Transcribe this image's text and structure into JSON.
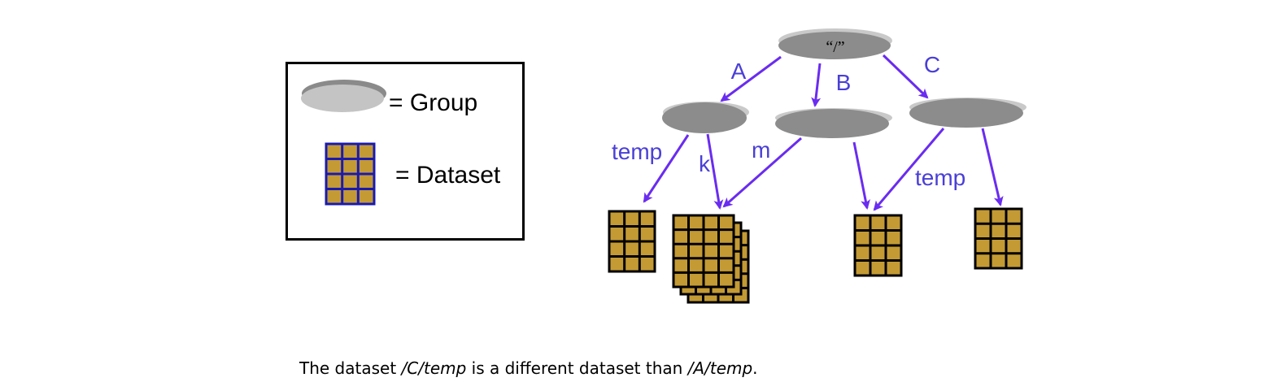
{
  "legend": {
    "group_label": "= Group",
    "dataset_label": "= Dataset"
  },
  "nodes": {
    "root": {
      "label": "“/”"
    }
  },
  "edges": {
    "a": "A",
    "b": "B",
    "c": "C",
    "a_temp": "temp",
    "a_k": "k",
    "b_m": "m",
    "c_temp": "temp"
  },
  "caption": {
    "prefix": "The dataset ",
    "path1": "/C/temp",
    "middle": " is a different dataset than ",
    "path2": "/A/temp",
    "suffix": "."
  },
  "colors": {
    "arrow": "#6a2cf0",
    "label": "#4a3fd6",
    "group_fill": "#8c8c8c",
    "legend_group_fill": "#c4c4c4",
    "dataset_fill": "#c49a34",
    "legend_dataset_grid": "#1a1ab0"
  }
}
